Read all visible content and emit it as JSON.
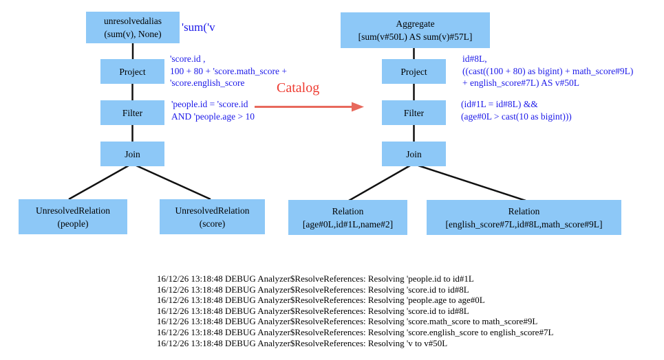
{
  "left_tree": {
    "root": {
      "line1": "unresolvedalias",
      "line2": "(sum(v), None)"
    },
    "root_annotation": "'sum('v",
    "project_label": "Project",
    "project_annotation": {
      "l1": "'score.id ,",
      "l2": "100 + 80 + 'score.math_score +",
      "l3": "'score.english_score"
    },
    "filter_label": "Filter",
    "filter_annotation": {
      "l1": "'people.id = 'score.id",
      "l2": "AND 'people.age > 10"
    },
    "join_label": "Join",
    "leaf_people": {
      "line1": "UnresolvedRelation",
      "line2": "(people)"
    },
    "leaf_score": {
      "line1": "UnresolvedRelation",
      "line2": "(score)"
    }
  },
  "transform": {
    "label": "Catalog"
  },
  "right_tree": {
    "root": {
      "line1": "Aggregate",
      "line2": "[sum(v#50L) AS sum(v)#57L]"
    },
    "project_label": "Project",
    "project_annotation": {
      "l1": "id#8L,",
      "l2": "((cast((100 + 80) as bigint) + math_score#9L)",
      "l3": "+ english_score#7L) AS v#50L"
    },
    "filter_label": "Filter",
    "filter_annotation": {
      "l1": "(id#1L = id#8L) &&",
      "l2": "(age#0L > cast(10 as bigint)))"
    },
    "join_label": "Join",
    "leaf_people": {
      "line1": "Relation",
      "line2": "[age#0L,id#1L,name#2]"
    },
    "leaf_score": {
      "line1": "Relation",
      "line2": "[english_score#7L,id#8L,math_score#9L]"
    }
  },
  "log": {
    "lines": [
      "16/12/26 13:18:48 DEBUG Analyzer$ResolveReferences: Resolving 'people.id to id#1L",
      "16/12/26 13:18:48 DEBUG Analyzer$ResolveReferences: Resolving 'score.id to id#8L",
      "16/12/26 13:18:48 DEBUG Analyzer$ResolveReferences: Resolving 'people.age to age#0L",
      "16/12/26 13:18:48 DEBUG Analyzer$ResolveReferences: Resolving 'score.id to id#8L",
      "16/12/26 13:18:48 DEBUG Analyzer$ResolveReferences: Resolving 'score.math_score to math_score#9L",
      "16/12/26 13:18:48 DEBUG Analyzer$ResolveReferences: Resolving 'score.english_score to english_score#7L",
      "16/12/26 13:18:48 DEBUG Analyzer$ResolveReferences: Resolving 'v to v#50L"
    ]
  },
  "colors": {
    "node_fill": "#8dc8f7",
    "annotation_blue": "#1b18e8",
    "catalog_red": "#ee3b31",
    "arrow_salmon": "#e8695c",
    "connector_black": "#111111"
  }
}
